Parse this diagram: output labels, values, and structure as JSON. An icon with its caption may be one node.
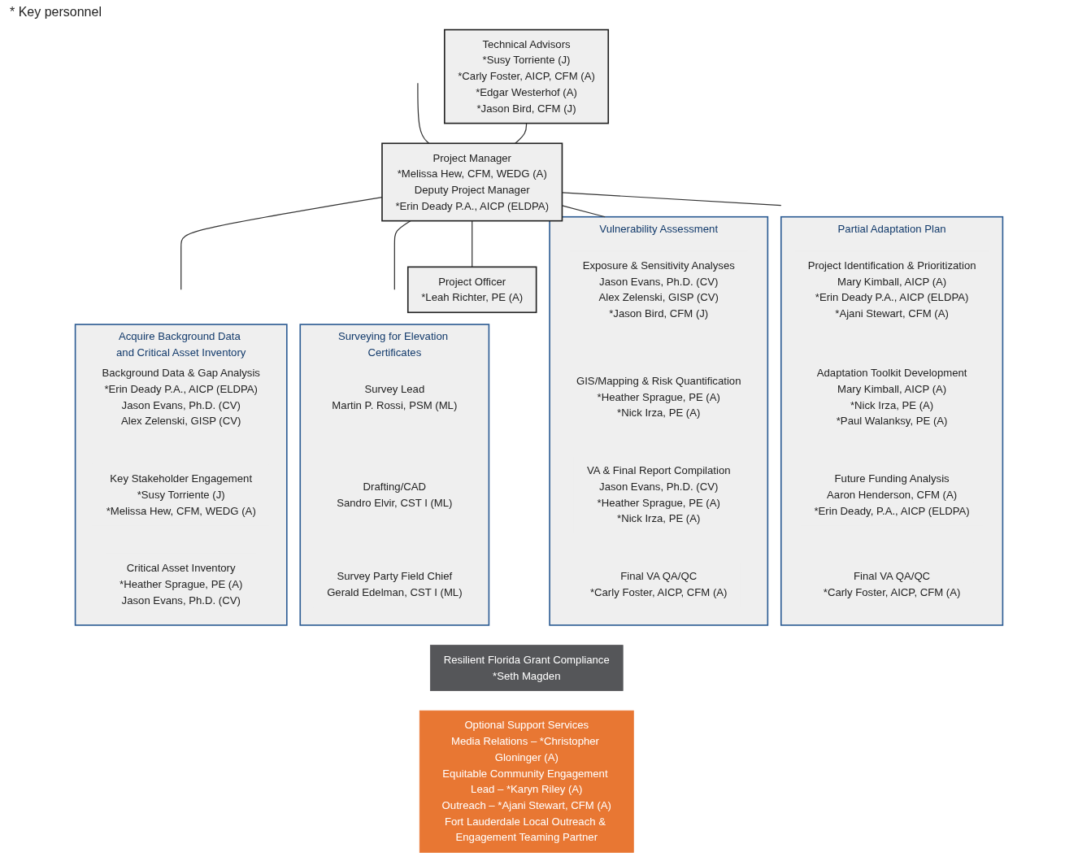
{
  "diagram": {
    "nodes": [
      {
        "text": [
          "Technical Advisors",
          "*Susy Torriente (J)",
          "*Carly Foster, AICP, CFM (A)",
          "*Edgar Westerhof (A)",
          "*Jason Bird, CFM (J)"
        ]
      },
      {
        "text": [
          "Project Manager",
          "*Melissa Hew, CFM, WEDG (A)",
          "Deputy Project Manager",
          "*Erin Deady P.A., AICP (ELDPA)"
        ]
      },
      {
        "text": [
          "Project Officer",
          "*Leah Richter, PE (A)"
        ]
      },
      {
        "text": [
          "Acquire Background Data and Critical Asset Inventory"
        ]
      },
      {
        "text": [
          "Background Data & Gap Analysis",
          "*Erin Deady P.A., AICP (ELDPA)",
          "Jason Evans, Ph.D. (CV)",
          "Alex Zelenski, GISP (CV)"
        ],
        "in": 3
      },
      {
        "text": [
          "Key Stakeholder Engagement",
          "*Susy Torriente (J)",
          "*Melissa Hew, CFM, WEDG (A)"
        ],
        "in": 3
      },
      {
        "text": [
          "Critical Asset Inventory",
          "*Heather Sprague, PE (A)",
          "Jason Evans, Ph.D. (CV)"
        ],
        "in": 3
      },
      {
        "text": [
          "Surveying for Elevation Certificates"
        ]
      },
      {
        "text": [
          "Survey Lead",
          "Martin P. Rossi, PSM (ML)"
        ],
        "in": 7
      },
      {
        "text": [
          "Drafting/CAD",
          "Sandro Elvir, CST I (ML)"
        ],
        "in": 7
      },
      {
        "text": [
          "Survey Party Field Chief",
          "Gerald Edelman, CST I (ML)"
        ],
        "in": 7
      },
      {
        "text": [
          "Vulnerability Assessment"
        ]
      },
      {
        "text": [
          "Exposure & Sensitivity Analyses",
          "Jason Evans, Ph.D. (CV)",
          "Alex Zelenski, GISP (CV)",
          "*Jason Bird, CFM (J)"
        ],
        "in": 11
      },
      {
        "text": [
          "GIS/Mapping & Risk Quantification",
          "*Heather Sprague, PE (A)",
          "*Nick Irza, PE (A)"
        ],
        "in": 11
      },
      {
        "text": [
          "VA & Final Report Compilation",
          "Jason Evans, Ph.D. (CV)",
          "*Heather Sprague, PE (A)",
          "*Nick Irza, PE (A)"
        ],
        "in": 11
      },
      {
        "text": [
          "Final VA QA/QC",
          "*Carly Foster, AICP, CFM (A)"
        ],
        "in": 11
      },
      {
        "text": [
          "Partial Adaptation Plan"
        ]
      },
      {
        "text": [
          "Project Identification & Prioritization",
          "Mary Kimball, AICP (A)",
          "*Erin Deady P.A., AICP (ELDPA)",
          "*Ajani Stewart, CFM (A)"
        ],
        "in": 16
      },
      {
        "text": [
          "Adaptation Toolkit Development",
          "Mary Kimball, AICP (A)",
          "*Nick Irza, PE (A)",
          "*Paul Walanksy, PE (A)"
        ],
        "in": 16
      },
      {
        "text": [
          "Future Funding Analysis",
          "Aaron Henderson, CFM (A)",
          "*Erin Deady, P.A., AICP (ELDPA)"
        ],
        "in": 16
      },
      {
        "text": [
          "Final VA QA/QC",
          "*Carly Foster, AICP, CFM (A)"
        ],
        "in": 16
      },
      {
        "text": [
          "Resilient Florida Grant Compliance",
          "*Seth Magden"
        ]
      },
      {
        "text": [
          "Optional Support Services",
          "Media Relations – *Christopher Gloninger (A)",
          "Equitable Community Engagement Lead – *Karyn Riley (A)",
          "Outreach – *Ajani Stewart, CFM (A)",
          "Fort Lauderdale Local Outreach & Engagement Teaming Partner"
        ]
      }
    ],
    "edges": [
      {
        "from": null,
        "to": 1,
        "arrow": "none"
      },
      {
        "from": 0,
        "to": 1,
        "arrow": "none"
      },
      {
        "from": 1,
        "to": 2,
        "arrow": "none"
      },
      {
        "from": 1,
        "to": 3,
        "arrow": "none"
      },
      {
        "from": 1,
        "to": 7,
        "arrow": "none"
      },
      {
        "from": 1,
        "to": 11,
        "arrow": "none"
      },
      {
        "from": 1,
        "to": 16,
        "arrow": "none"
      }
    ],
    "labels": [
      "* Key personnel"
    ]
  }
}
